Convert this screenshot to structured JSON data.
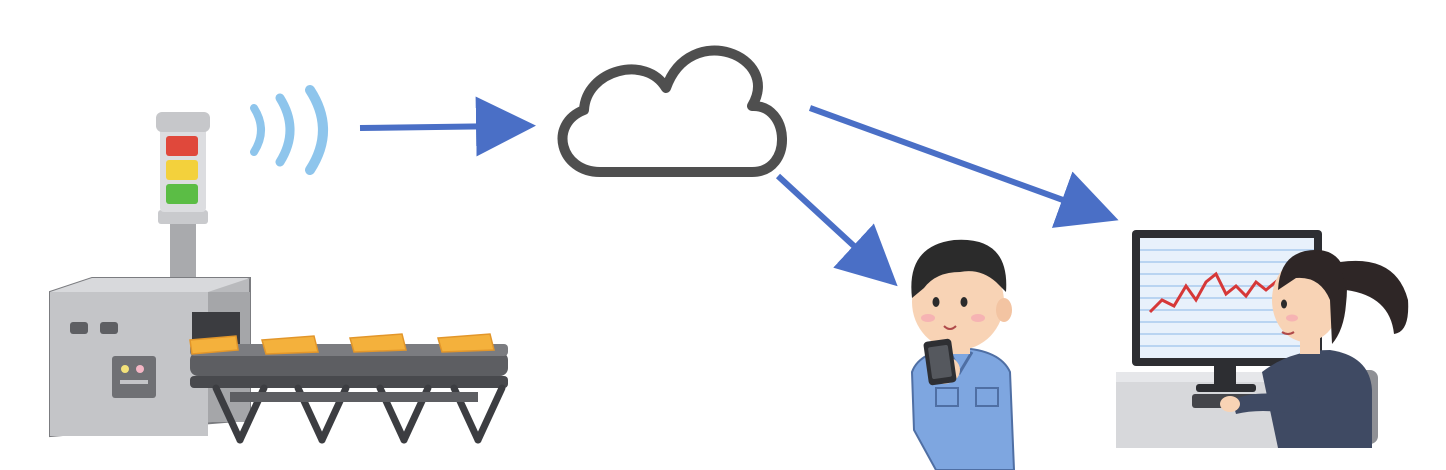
{
  "diagram": {
    "nodes": [
      {
        "id": "machine",
        "label": "",
        "icon": "factory-conveyor-machine-icon"
      },
      {
        "id": "cloud",
        "label": "",
        "icon": "cloud-icon"
      },
      {
        "id": "worker",
        "label": "",
        "icon": "worker-with-smartphone-icon"
      },
      {
        "id": "operator",
        "label": "",
        "icon": "operator-at-monitor-icon"
      }
    ],
    "edges": [
      {
        "from": "machine",
        "to": "cloud"
      },
      {
        "from": "cloud",
        "to": "worker"
      },
      {
        "from": "cloud",
        "to": "operator"
      }
    ],
    "colors": {
      "arrow": "#4a6fc6",
      "cloud_stroke": "#4f4f4f",
      "signal": "#8ec5ec",
      "lamp_red": "#e0483b",
      "lamp_yellow": "#f3d13c",
      "lamp_green": "#5bbd45",
      "machine_body": "#b9babd",
      "conveyor_item": "#f4b13c",
      "uniform": "#7ea6e0",
      "monitor_screen": "#e8f1fb",
      "chart_line": "#d63838"
    }
  }
}
